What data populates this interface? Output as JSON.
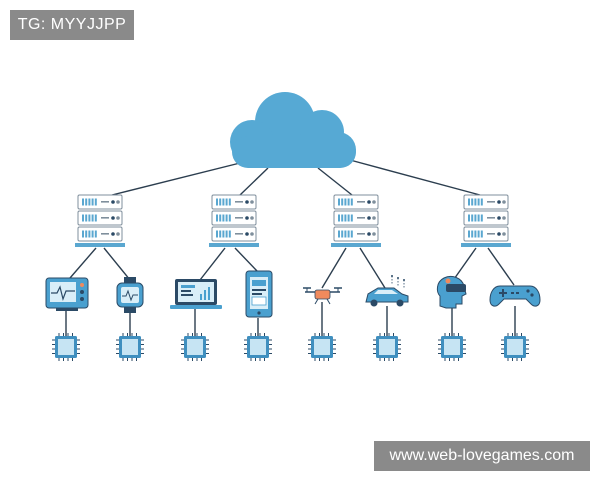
{
  "watermark_top": "TG: MYYJJPP",
  "watermark_bottom": "www.web-lovegames.com",
  "colors": {
    "cloud": "#56a9d4",
    "line": "#2c3e4f",
    "server_body": "#ffffff",
    "server_outline": "#7f8f9c",
    "server_slot": "#5aa7d0",
    "chip_fill": "#c6e4f3",
    "chip_border": "#3f8fbf",
    "device_blue": "#4aa0cf",
    "device_dark": "#2b4a66",
    "accent_orange": "#f08a5d"
  },
  "nodes": {
    "cloud": {
      "name": "cloud-icon"
    },
    "servers": [
      "server-1",
      "server-2",
      "server-3",
      "server-4"
    ],
    "devices": [
      {
        "name": "medical-monitor-icon"
      },
      {
        "name": "smartwatch-icon"
      },
      {
        "name": "laptop-icon"
      },
      {
        "name": "tablet-icon"
      },
      {
        "name": "drone-icon"
      },
      {
        "name": "car-icon"
      },
      {
        "name": "vr-headset-icon"
      },
      {
        "name": "gamepad-icon"
      }
    ],
    "chips": 8
  }
}
